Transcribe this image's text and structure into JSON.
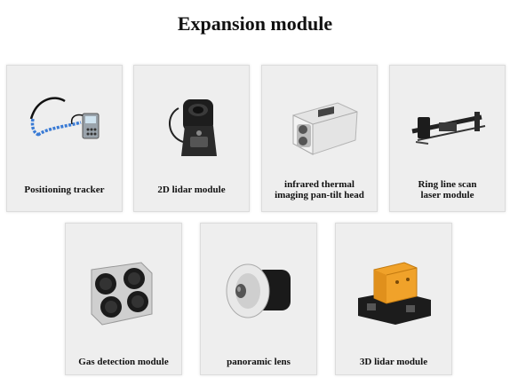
{
  "page": {
    "title": "Expansion module"
  },
  "modules": [
    {
      "label": "Positioning tracker",
      "icon": "positioning-tracker-image"
    },
    {
      "label": "2D lidar module",
      "icon": "2d-lidar-image"
    },
    {
      "label": "infrared thermal\nimaging pan-tilt head",
      "icon": "thermal-camera-image"
    },
    {
      "label": "Ring line scan\nlaser module",
      "icon": "ring-laser-image"
    },
    {
      "label": "Gas detection module",
      "icon": "gas-detector-image"
    },
    {
      "label": "panoramic lens",
      "icon": "panoramic-lens-image"
    },
    {
      "label": "3D lidar module",
      "icon": "3d-lidar-image"
    }
  ]
}
